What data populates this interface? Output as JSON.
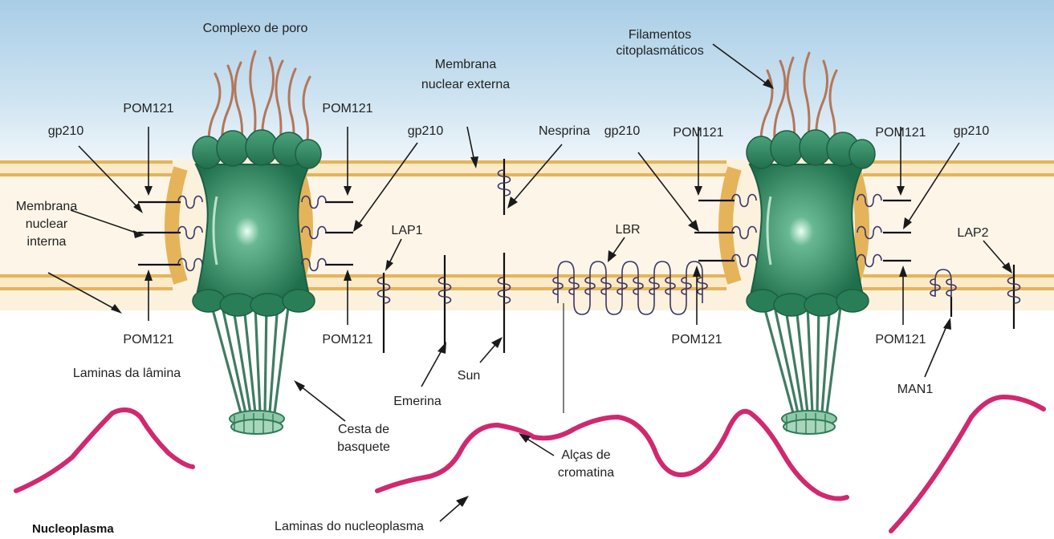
{
  "labels": {
    "complexo_poro": "Complexo de poro",
    "filamentos_1": "Filamentos",
    "filamentos_2": "citoplasmáticos",
    "membrana_externa_1": "Membrana",
    "membrana_externa_2": "nuclear externa",
    "membrana_interna_1": "Membrana",
    "membrana_interna_2": "nuclear",
    "membrana_interna_3": "interna",
    "pom121": "POM121",
    "gp210": "gp210",
    "nesprina": "Nesprina",
    "lap1": "LAP1",
    "lbr": "LBR",
    "lap2": "LAP2",
    "emerina": "Emerina",
    "sun": "Sun",
    "man1": "MAN1",
    "laminas_lamina": "Laminas da lâmina",
    "cesta_1": "Cesta de",
    "cesta_2": "basquete",
    "alcas_1": "Alças de",
    "alcas_2": "cromatina",
    "laminas_nucleoplasma": "Laminas do nucleoplasma",
    "nucleoplasma": "Nucleoplasma"
  },
  "colors": {
    "cytoplasm": "#c2dcec",
    "membrane": "#e5b45a",
    "perinuclear": "#fbf1dd",
    "pore": "#2f8a63",
    "chromatin": "#d0296f",
    "filament": "#b3775a",
    "coil": "#3a3568"
  }
}
